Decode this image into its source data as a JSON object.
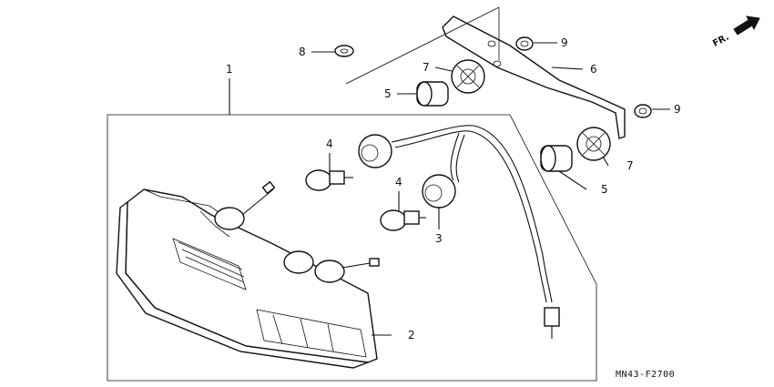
{
  "diagram": {
    "direction_label": "FR.",
    "drawing_code": "MN43-F2700",
    "callouts": [
      {
        "id": "c1",
        "label": "1"
      },
      {
        "id": "c2",
        "label": "2"
      },
      {
        "id": "c3",
        "label": "3"
      },
      {
        "id": "c4a",
        "label": "4"
      },
      {
        "id": "c4b",
        "label": "4"
      },
      {
        "id": "c5a",
        "label": "5"
      },
      {
        "id": "c5b",
        "label": "5"
      },
      {
        "id": "c6",
        "label": "6"
      },
      {
        "id": "c7a",
        "label": "7"
      },
      {
        "id": "c7b",
        "label": "7"
      },
      {
        "id": "c8",
        "label": "8"
      },
      {
        "id": "c9a",
        "label": "9"
      },
      {
        "id": "c9b",
        "label": "9"
      }
    ]
  }
}
